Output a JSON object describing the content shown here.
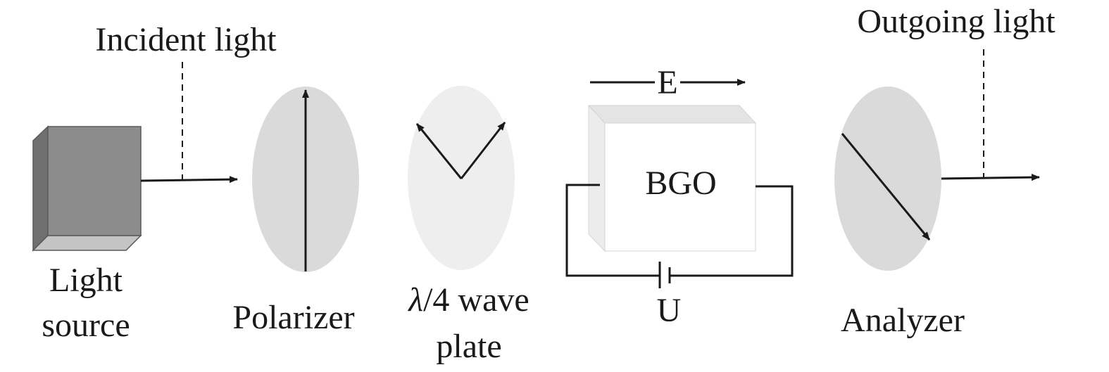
{
  "labels": {
    "incident_light": "Incident light",
    "outgoing_light": "Outgoing light",
    "light_source_line1": "Light",
    "light_source_line2": "source",
    "polarizer": "Polarizer",
    "wave_plate_line1_symbol": "λ",
    "wave_plate_line1_rest": "/4 wave",
    "wave_plate_line2": "plate",
    "crystal": "BGO",
    "field": "E",
    "voltage": "U",
    "analyzer": "Analyzer"
  },
  "colors": {
    "source_front": "#8c8c8c",
    "source_side": "#6f6f6f",
    "source_bottom": "#c4c4c4",
    "polarizer_fill": "#dadada",
    "waveplate_fill": "#eeeeee",
    "crystal_front": "#ffffff",
    "crystal_top": "#e4e4e4",
    "crystal_side": "#ececec",
    "analyzer_fill": "#dadada",
    "line": "#1a1a1a"
  }
}
